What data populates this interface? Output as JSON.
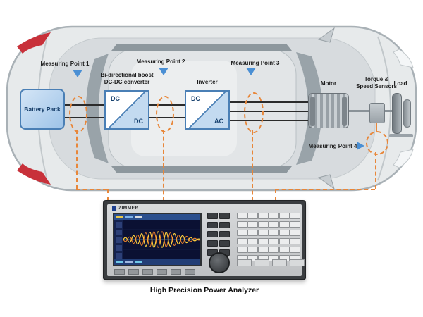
{
  "measuring_points": {
    "p1": "Measuring Point 1",
    "p2": "Measuring Point 2",
    "p3": "Measuring Point 3",
    "p4": "Measuring Point 4"
  },
  "components": {
    "battery": "Battery Pack",
    "dcdc_line1": "Bi-directional boost",
    "dcdc_line2": "DC-DC converter",
    "dcdc_in": "DC",
    "dcdc_out": "DC",
    "inverter": "Inverter",
    "inverter_in": "DC",
    "inverter_out": "AC",
    "motor": "Motor",
    "sensors_line1": "Torque &",
    "sensors_line2": "Speed Sensors",
    "load": "Load"
  },
  "analyzer": {
    "brand": "ZIMMER",
    "caption": "High Precision Power Analyzer"
  },
  "colors": {
    "marker_blue": "#4a8fd4",
    "probe_orange": "#e8873a",
    "box_border_blue": "#4a7fb5",
    "tail_light_red": "#c8313a"
  }
}
